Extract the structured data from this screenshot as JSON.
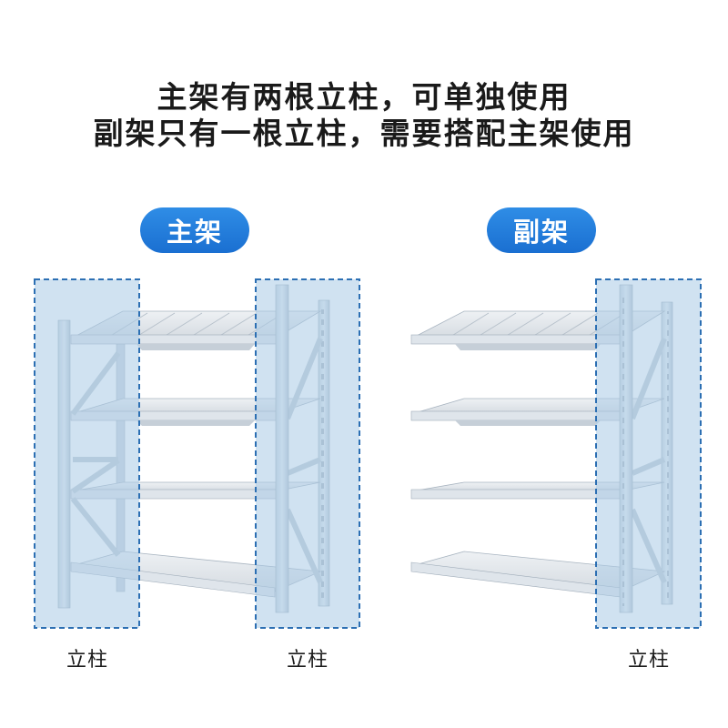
{
  "headline": {
    "line1": "主架有两根立柱，可单独使用",
    "line2": "副架只有一根立柱，需要搭配主架使用"
  },
  "labels": {
    "main_rack": "主架",
    "sub_rack": "副架",
    "pillar": "立柱"
  },
  "colors": {
    "accent": "#1a6fd1",
    "highlight_fill": "#bcd7ec",
    "highlight_border": "#2c6fb3",
    "frame": "#d9e2ea",
    "shelf": "#e6eaee"
  }
}
